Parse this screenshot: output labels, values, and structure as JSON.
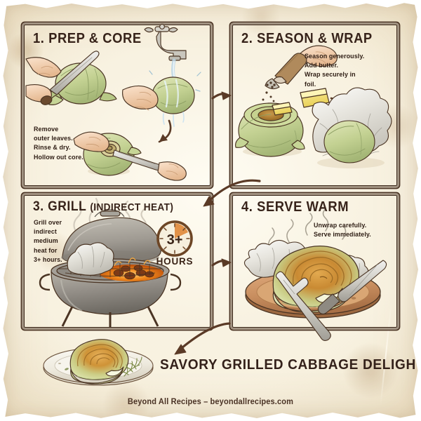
{
  "poster": {
    "final_title": "SAVORY GRILLED CABBAGE DELIGHT",
    "footer": "Beyond All Recipes – beyondallrecipes.com",
    "colors": {
      "paper": "#f7f1e0",
      "paper_edge": "#cdb184",
      "ink": "#3d2a1c",
      "title_ink": "#37231a",
      "arrow": "#5a3a26",
      "cabbage_green": "#b9c98a",
      "cabbage_light": "#d7e0ab",
      "caramel": "#c08a3e",
      "butter": "#f2dd72",
      "foil": "#e9e6df",
      "ember": "#e8751a",
      "plate_wood": "#c98f60",
      "plate_white": "#f3efe6",
      "steel": "#b9b6ae"
    }
  },
  "panels": [
    {
      "id": "prep-core",
      "number": "1.",
      "title": "PREP & CORE",
      "subtitle": "",
      "note": "Remove\nouter leaves.\nRinse & dry.\nHollow out core.",
      "illustrations": [
        "hand-trimming-cabbage-with-knife",
        "hand-rinsing-cabbage-under-faucet",
        "hands-hollowing-out-core-with-knife"
      ]
    },
    {
      "id": "season-wrap",
      "number": "2.",
      "title": "SEASON & WRAP",
      "subtitle": "",
      "note": "Season generously.\nAdd butter.\nWrap securely in\nfoil.",
      "illustrations": [
        "hand-shaking-seasoning-shaker",
        "cored-cabbage-with-butter-pat",
        "butter-pat",
        "cabbage-wrapped-in-foil"
      ]
    },
    {
      "id": "grill",
      "number": "3.",
      "title": "GRILL",
      "subtitle": "(INDIRECT HEAT)",
      "note": "Grill over\nindirect\nmedium\nheat for\n3+ hours.",
      "illustrations": [
        "kettle-grill-with-open-lid",
        "foil-wrapped-cabbage-on-grate",
        "glowing-charcoal-embers",
        "rising-smoke"
      ],
      "badge": {
        "value": "3+",
        "label": "HOURS",
        "icon": "clock-icon"
      }
    },
    {
      "id": "serve-warm",
      "number": "4.",
      "title": "SERVE WARM",
      "subtitle": "",
      "note": "Unwrap carefully.\nServe immediately.",
      "illustrations": [
        "cabbage-on-wooden-plate-in-opened-foil",
        "fork",
        "knife",
        "steam-wisps"
      ]
    }
  ],
  "arrows": [
    {
      "id": "arrow-step1-to-step2",
      "direction": "right"
    },
    {
      "id": "arrow-step2-to-step3",
      "direction": "down-left"
    },
    {
      "id": "arrow-step3-to-step4",
      "direction": "right"
    },
    {
      "id": "arrow-step4-to-final",
      "direction": "down-left"
    }
  ],
  "final_dish": {
    "id": "final-plated-cabbage",
    "illustrations": [
      "white-plate",
      "grilled-cabbage-wedge",
      "rosemary-sprig",
      "herb-flecks"
    ]
  }
}
